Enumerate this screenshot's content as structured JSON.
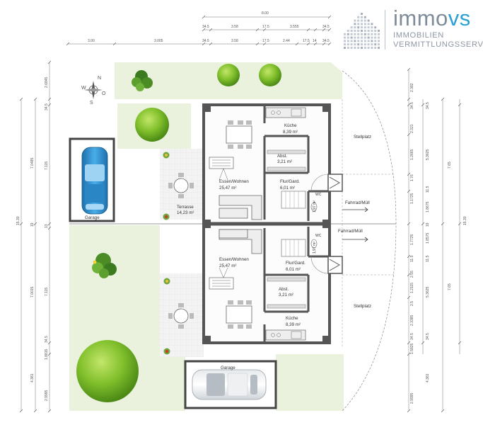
{
  "logo": {
    "brand_main": "immo",
    "brand_accent": "vs",
    "subline_1": "IMMOBILIEN",
    "subline_2": "VERMITTLUNGSSERVICE",
    "color_text": "#7f8c9a",
    "color_accent": "#2aa0d6"
  },
  "rooms": {
    "kueche_top": "Küche",
    "kueche_top_area": "8,39 m²",
    "abst_top": "Abst.",
    "abst_top_area": "3,21 m²",
    "essen_top": "Essen/Wohnen",
    "essen_top_area": "25,47 m²",
    "flur_top": "Flur/Gard.",
    "flur_top_area": "6,01 m²",
    "wc_top": "WC",
    "wc_top_area": "1,97 m²",
    "terrasse": "Terrasse",
    "terrasse_area": "14,23 m²",
    "garage_left": "Garage",
    "stellplatz_top": "Stellplatz",
    "fahrrad_top": "Fahrrad/Müll",
    "fahrrad_bottom": "Fahrrad/Müll",
    "essen_bottom": "Essen/Wohnen",
    "essen_bottom_area": "25,47 m²",
    "flur_bottom": "Flur/Gard.",
    "flur_bottom_area": "6,01 m²",
    "wc_bottom": "WC",
    "wc_bottom_area": "1,97 m²",
    "abst_bottom": "Abst.",
    "abst_bottom_area": "3,21 m²",
    "kueche_bottom": "Küche",
    "kueche_bottom_area": "8,39 m²",
    "stellplatz_bottom": "Stellplatz",
    "garage_bottom": "Garage"
  },
  "compass": {
    "n": "N",
    "w": "W",
    "o": "O",
    "s": "S"
  },
  "dims": {
    "top_total": "8.00",
    "top_row1": [
      "34.5",
      "3.58",
      "17.5",
      "3.555",
      "34.5"
    ],
    "top_row2": [
      "3.00",
      "3.005",
      "34.5",
      "3.58",
      "17.5",
      "2.44",
      "17.5",
      "14",
      "34.5"
    ],
    "left_outer": "15.30",
    "left_mid": [
      "7.0485",
      "19",
      "7.0015"
    ],
    "left_inner": [
      "2.6845",
      "34.5",
      "7.115",
      "13",
      "7.115",
      "34.5",
      "1.8815",
      "2.9995"
    ],
    "left_bottom": "4.381",
    "right_outer": "15.30",
    "right_mid": [
      "7.65",
      "7.65"
    ],
    "right_a": [
      "2.382",
      "34.5",
      "2.321",
      "1.2665",
      "1.76",
      "1.1725",
      "1.7725"
    ],
    "right_b": [
      "34.5",
      "5.3625",
      "11.5",
      "1.8675",
      "19",
      "1.8575",
      "11.5",
      "5.3625",
      "34.5"
    ],
    "right_c": [
      "11.5",
      "2.55",
      "1.2115",
      "2.5",
      "2.3385",
      "34.5",
      "1.5825",
      "2.9995"
    ],
    "right_bottom": "4.381"
  },
  "colors": {
    "lawn": "#e9f1dd",
    "lawn_border": "#d9e6c8",
    "wall": "#555555",
    "car_blue": "#2f8fd0",
    "tree": "#7cbf2a"
  }
}
